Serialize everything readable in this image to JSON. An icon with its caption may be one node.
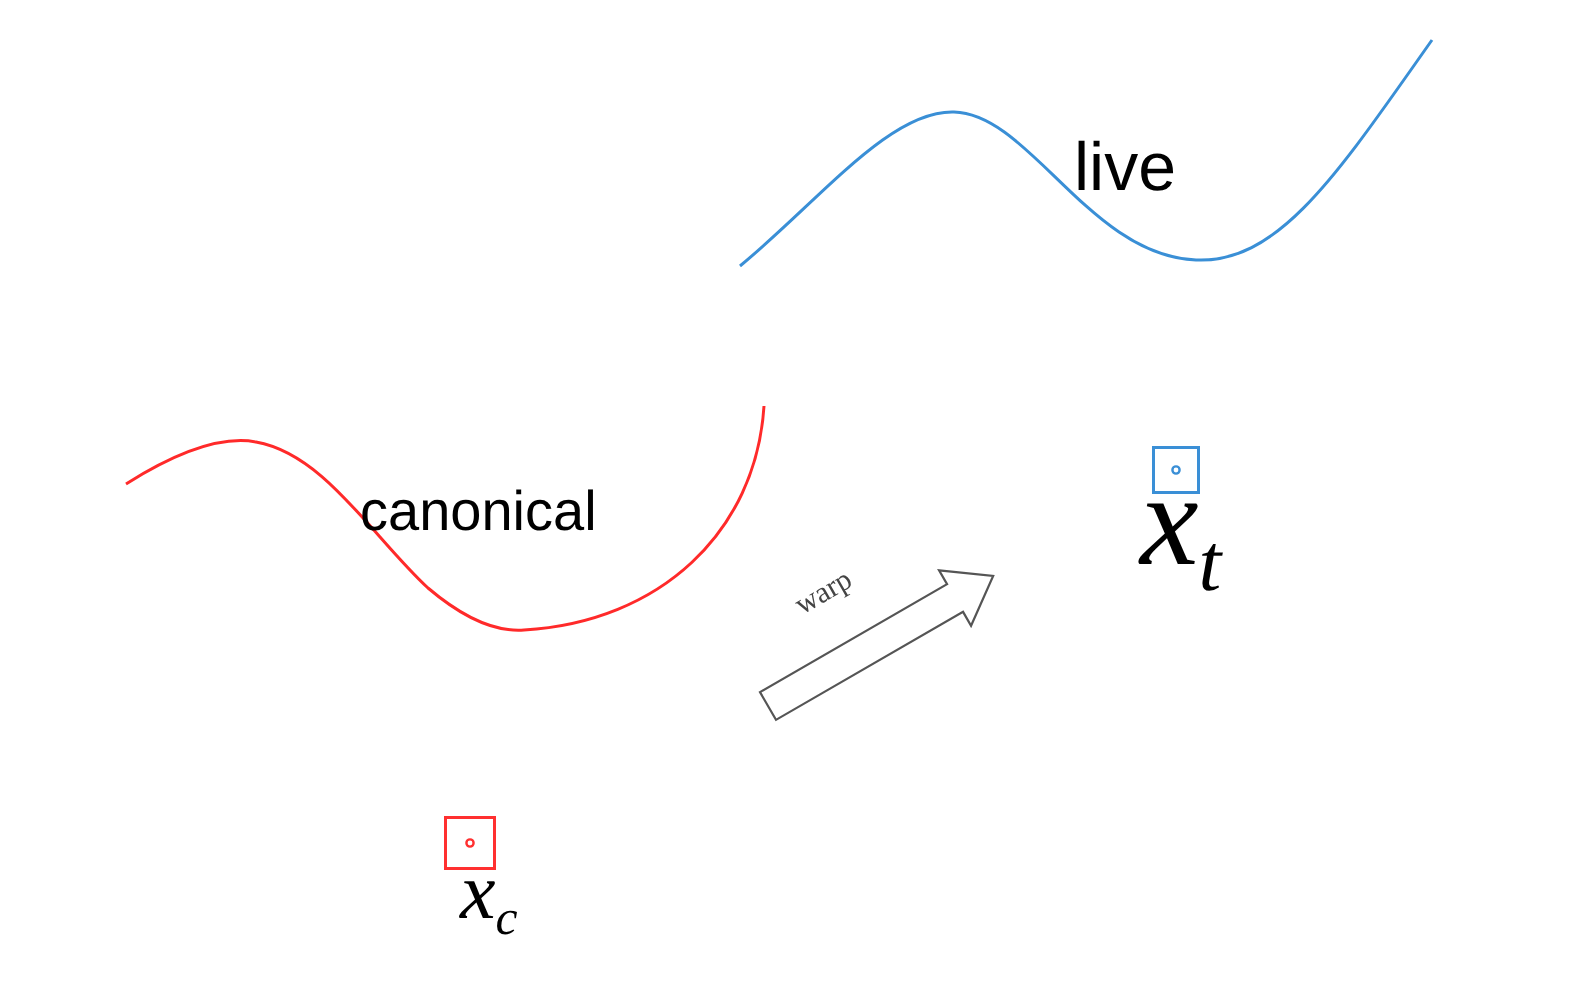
{
  "diagram": {
    "labels": [
      "live",
      "canonical",
      "x$_{t}$",
      "warp",
      "x$_{c}$"
    ]
  }
}
